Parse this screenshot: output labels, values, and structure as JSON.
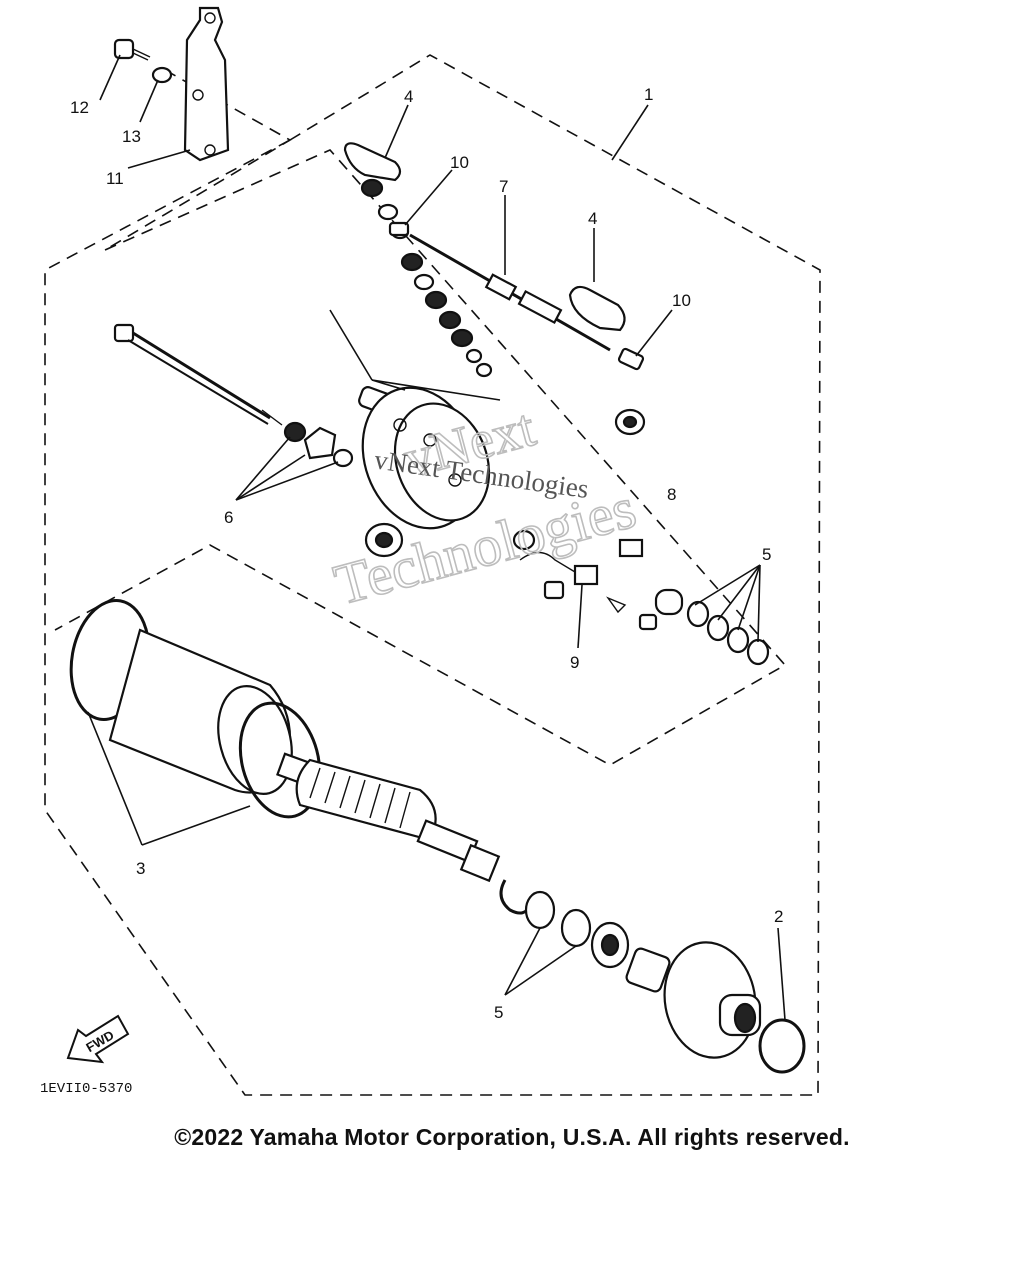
{
  "diagram": {
    "callouts": {
      "c1": "1",
      "c2": "2",
      "c3": "3",
      "c4a": "4",
      "c4b": "4",
      "c5a": "5",
      "c5b": "5",
      "c6": "6",
      "c7": "7",
      "c8": "8",
      "c9": "9",
      "c10a": "10",
      "c10b": "10",
      "c11": "11",
      "c12": "12",
      "c13": "13"
    },
    "direction_label": "FWD",
    "reference_code": "1EVII0-5370",
    "watermark_main": "vNext Technologies",
    "watermark_line1": "vNext",
    "watermark_line2": "Technologies"
  },
  "footer": {
    "copyright": "©2022 Yamaha Motor Corporation, U.S.A. All rights reserved."
  }
}
